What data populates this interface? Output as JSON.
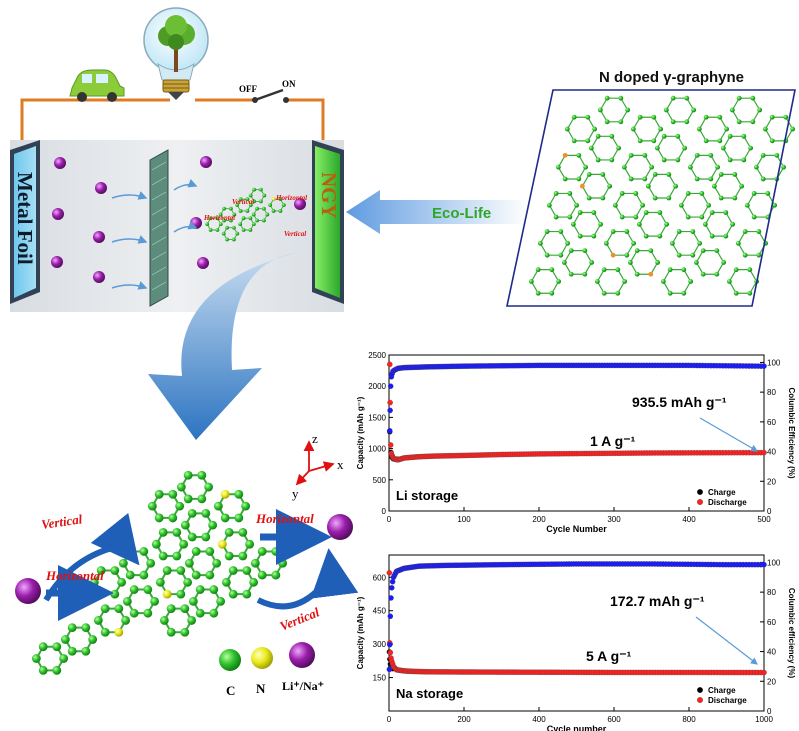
{
  "schematic": {
    "switch_off": "OFF",
    "switch_on": "ON",
    "left_electrode": "Metal Foil",
    "right_electrode": "NGY",
    "arrow_label": "Eco-Life",
    "lattice_title": "N doped γ-graphyne",
    "inset_labels": [
      "Vertical",
      "Horizontal",
      "Horizontal",
      "Vertical"
    ]
  },
  "mechanism": {
    "axes": {
      "z": "z",
      "x": "x",
      "y": "y"
    },
    "labels": [
      "Vertical",
      "Horizontal",
      "Horizontal",
      "Vertical"
    ],
    "legend": [
      {
        "symbol": "C",
        "color": "#22bb22"
      },
      {
        "symbol": "N",
        "color": "#e8e81a"
      },
      {
        "symbol": "Li⁺/Na⁺",
        "color": "#8e1c9c"
      }
    ]
  },
  "chart_data": [
    {
      "type": "scatter",
      "panel_label": "Li storage",
      "rate": "1 A g⁻¹",
      "annotation": "935.5 mAh g⁻¹",
      "xlabel": "Cycle Number",
      "ylabel": "Capacity (mAh g⁻¹)",
      "y2label": "Columbic Efficiency (%)",
      "xlim": [
        0,
        500
      ],
      "ylim": [
        0,
        2500
      ],
      "y2lim": [
        0,
        105
      ],
      "xticks": [
        0,
        100,
        200,
        300,
        400,
        500
      ],
      "yticks": [
        0,
        500,
        1000,
        1500,
        2000,
        2500
      ],
      "y2ticks": [
        0,
        20,
        40,
        60,
        80,
        100
      ],
      "legend": [
        "Charge",
        "Discharge"
      ],
      "series": [
        {
          "name": "Charge",
          "color": "#000000",
          "axis": "left",
          "x": [
            1,
            2,
            3,
            5,
            8,
            12
          ],
          "y": [
            1270,
            1020,
            880,
            840,
            830,
            830
          ]
        },
        {
          "name": "Discharge",
          "color": "#ff2020",
          "axis": "left",
          "x": [
            1,
            2,
            3,
            5,
            8,
            12,
            20,
            40,
            60,
            100,
            150,
            200,
            250,
            300,
            350,
            400,
            450,
            500
          ],
          "y": [
            2350,
            1100,
            930,
            860,
            830,
            820,
            850,
            870,
            880,
            890,
            905,
            915,
            920,
            925,
            930,
            932,
            934,
            935.5
          ]
        },
        {
          "name": "Columbic Efficiency",
          "color": "#1a1aff",
          "axis": "right",
          "x": [
            1,
            2,
            3,
            5,
            8,
            12,
            20,
            50,
            100,
            200,
            300,
            400,
            500
          ],
          "y": [
            54,
            82,
            90,
            94,
            95,
            96,
            96.5,
            97,
            97.5,
            98,
            98,
            98,
            97.5
          ]
        }
      ]
    },
    {
      "type": "scatter",
      "panel_label": "Na storage",
      "rate": "5 A g⁻¹",
      "annotation": "172.7 mAh g⁻¹",
      "xlabel": "Cycle number",
      "ylabel": "Capacity (mAh g⁻¹)",
      "y2label": "Columbic efficiency (%)",
      "xlim": [
        0,
        1000
      ],
      "ylim": [
        0,
        700
      ],
      "y2lim": [
        0,
        105
      ],
      "xticks": [
        0,
        200,
        400,
        600,
        800,
        1000
      ],
      "yticks": [
        150,
        300,
        450,
        600
      ],
      "y2ticks": [
        0,
        20,
        40,
        60,
        80,
        100
      ],
      "legend": [
        "Charge",
        "Discharge"
      ],
      "series": [
        {
          "name": "Charge",
          "color": "#000000",
          "axis": "left",
          "x": [
            1,
            2,
            3,
            5,
            10
          ],
          "y": [
            265,
            240,
            215,
            200,
            190
          ]
        },
        {
          "name": "Discharge",
          "color": "#ff2020",
          "axis": "left",
          "x": [
            1,
            2,
            3,
            5,
            8,
            12,
            20,
            40,
            60,
            100,
            200,
            400,
            600,
            800,
            1000
          ],
          "y": [
            620,
            300,
            270,
            240,
            220,
            200,
            185,
            180,
            178,
            176,
            175,
            174,
            173,
            173,
            172.7
          ]
        },
        {
          "name": "Columbic Efficiency",
          "color": "#1a1aff",
          "axis": "right",
          "x": [
            1,
            2,
            3,
            5,
            8,
            12,
            20,
            40,
            80,
            150,
            300,
            500,
            700,
            900,
            1000
          ],
          "y": [
            28,
            45,
            60,
            75,
            85,
            90,
            94,
            96,
            97.5,
            98,
            98.5,
            99,
            99,
            98.5,
            98.5
          ]
        }
      ]
    }
  ]
}
